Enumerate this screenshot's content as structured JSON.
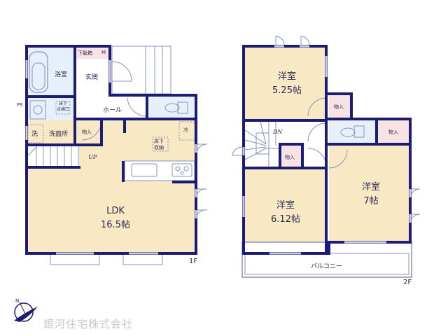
{
  "colors": {
    "wall": "#1c1c74",
    "floor_wood": "#f8e8c4",
    "floor_wet": "#e6f0fa",
    "storage": "#f8e2e2",
    "hall": "#ffffff",
    "fixture_line": "#8890c0",
    "logo_text": "#c8c8c8"
  },
  "floor1": {
    "label": "1F",
    "rooms": {
      "bath": {
        "name": "浴室"
      },
      "shoe_cabinet": {
        "name": "下駄箱",
        "meter": "M"
      },
      "entrance": {
        "name": "玄関"
      },
      "hall": {
        "name": "ホール"
      },
      "pipe_space": {
        "name": "PS"
      },
      "floor_inspection": {
        "name": "床下点検口",
        "line1": "床下",
        "line2": "点検口"
      },
      "washroom": {
        "name": "洗面所"
      },
      "washer": {
        "name": "洗"
      },
      "storage": {
        "name": "物入"
      },
      "fridge": {
        "name": "冷"
      },
      "underfloor_storage": {
        "line1": "床下",
        "line2": "収納"
      },
      "stairs_label": "UP",
      "ldk": {
        "name": "LDK",
        "size": "16.5帖"
      }
    }
  },
  "floor2": {
    "label": "2F",
    "rooms": {
      "room_a": {
        "name": "洋室",
        "size": "5.25帖"
      },
      "room_b": {
        "name": "洋室",
        "size": "6.12帖"
      },
      "room_c": {
        "name": "洋室",
        "size": "7帖"
      },
      "storage_a": {
        "name": "物入"
      },
      "storage_b": {
        "name": "物入"
      },
      "storage_c": {
        "name": "物入"
      },
      "stairs_label": "DN",
      "balcony": {
        "name": "バルコニー"
      }
    }
  },
  "footer": {
    "company": "銀河住宅株式会社",
    "compass": "N"
  }
}
